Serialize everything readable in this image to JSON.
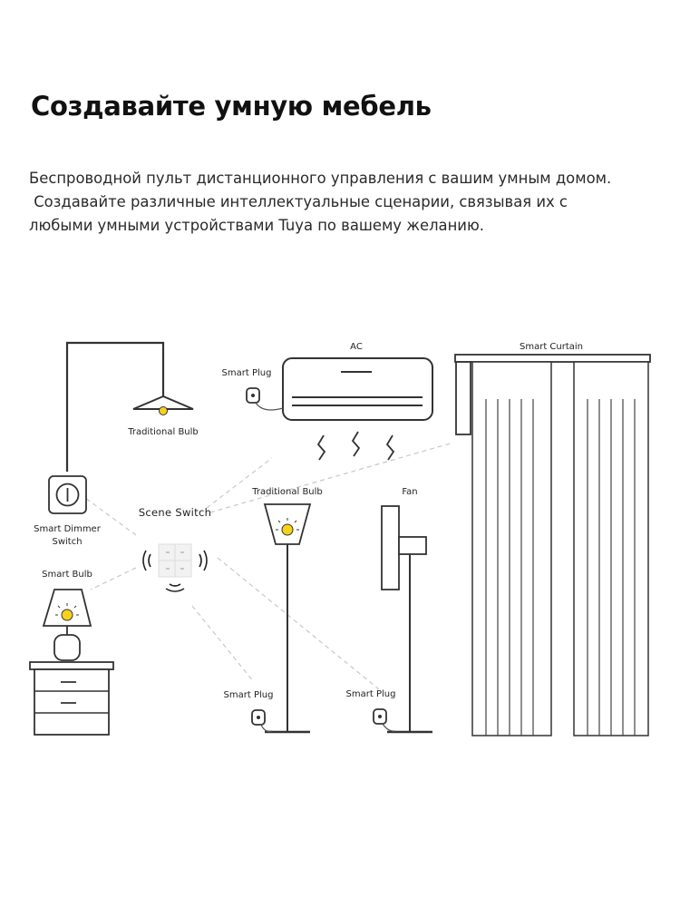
{
  "header": {
    "title": "Создавайте умную мебель",
    "description_lines": [
      "Беспроводной пульт дистанционного управления с вашим умным домом.",
      " Создавайте различные интеллектуальные сценарии, связывая их с",
      "любыми умными устройствами Tuya по вашему желанию."
    ]
  },
  "diagram": {
    "labels": {
      "ac": "AC",
      "smart_curtain": "Smart Curtain",
      "smart_plug_ac": "Smart Plug",
      "traditional_bulb_ceiling": "Traditional Bulb",
      "smart_dimmer_line1": "Smart Dimmer",
      "smart_dimmer_line2": "Switch",
      "scene_switch": "Scene Switch",
      "smart_bulb": "Smart Bulb",
      "traditional_bulb_floor": "Traditional Bulb",
      "fan": "Fan",
      "smart_plug_floor_lamp": "Smart Plug",
      "smart_plug_fan": "Smart Plug"
    },
    "colors": {
      "bulb_yellow": "#f7d21c",
      "line_dark": "#333333",
      "dashed_link": "#c8c8c8"
    },
    "icons": [
      "light-bulb-icon",
      "wifi-signal-icon",
      "power-plug-icon",
      "ac-wind-icon"
    ]
  }
}
